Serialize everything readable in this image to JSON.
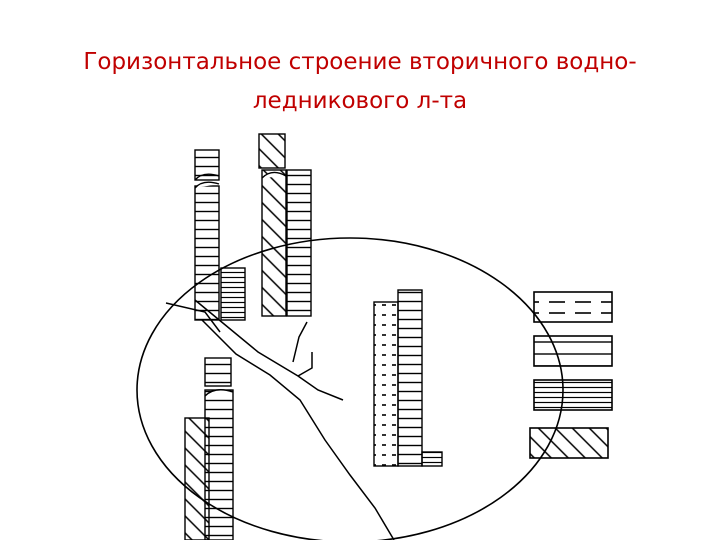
{
  "title": {
    "line1": "Горизонтальное строение вторичного водно-",
    "line2": "ледникового л-та"
  },
  "diagram": {
    "stroke_color": "#000000",
    "legend": [
      {
        "pattern": "dashed-lines",
        "icon": "dashed-hatch-swatch"
      },
      {
        "pattern": "sparse-horizontal-lines",
        "icon": "sparse-horizontal-hatch-swatch"
      },
      {
        "pattern": "dense-horizontal-lines",
        "icon": "dense-horizontal-hatch-swatch"
      },
      {
        "pattern": "diagonal-lines",
        "icon": "diagonal-hatch-swatch"
      }
    ]
  }
}
